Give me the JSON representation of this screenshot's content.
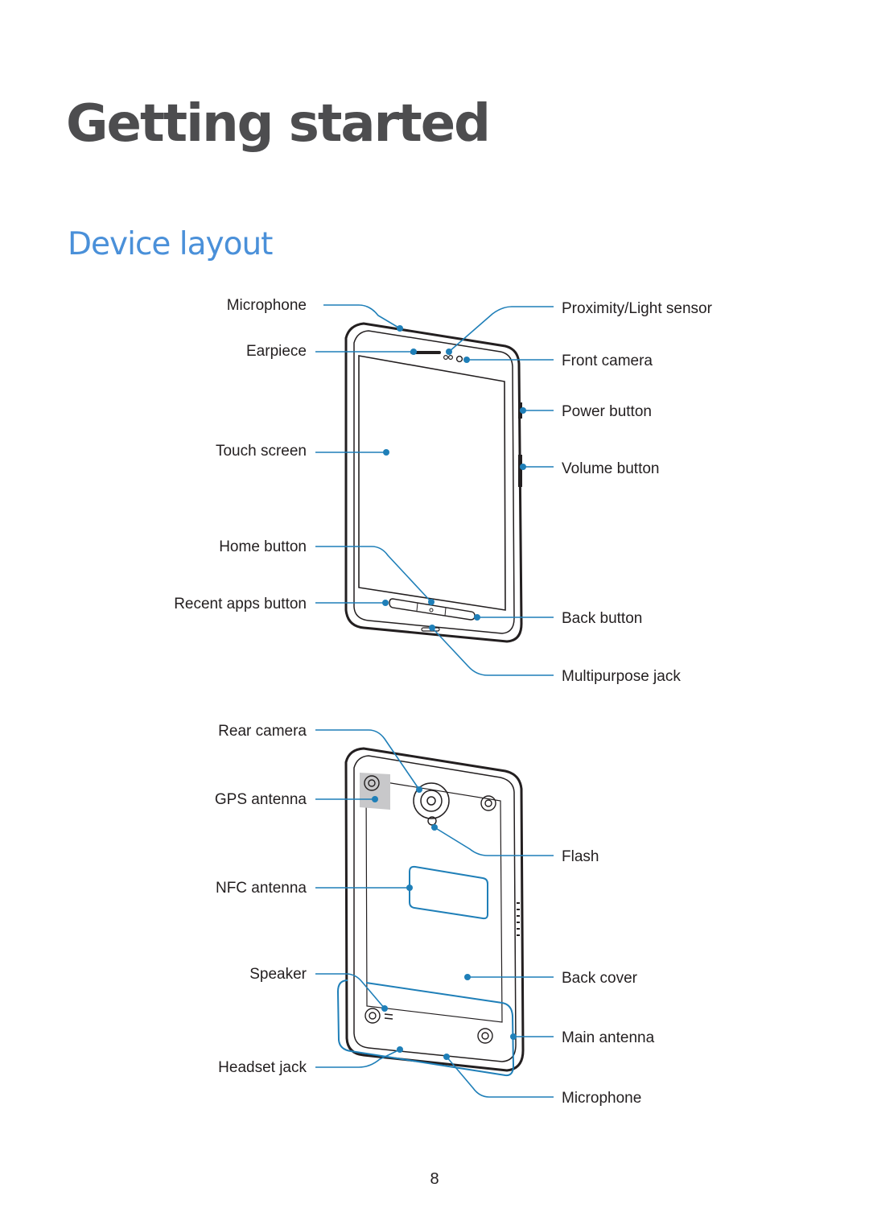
{
  "page": {
    "title": "Getting started",
    "section_title": "Device layout",
    "page_number": "8"
  },
  "front_labels": {
    "microphone": "Microphone",
    "earpiece": "Earpiece",
    "touch_screen": "Touch screen",
    "home_button": "Home button",
    "recent_apps_button": "Recent apps button",
    "proximity_light_sensor": "Proximity/Light sensor",
    "front_camera": "Front camera",
    "power_button": "Power button",
    "volume_button": "Volume button",
    "back_button": "Back button",
    "multipurpose_jack": "Multipurpose jack"
  },
  "back_labels": {
    "rear_camera": "Rear camera",
    "gps_antenna": "GPS antenna",
    "nfc_antenna": "NFC antenna",
    "speaker": "Speaker",
    "headset_jack": "Headset jack",
    "flash": "Flash",
    "back_cover": "Back cover",
    "main_antenna": "Main antenna",
    "microphone": "Microphone"
  },
  "colors": {
    "leader": "#1f7fb8",
    "title": "#4d4d4f",
    "section_title": "#4a90d9",
    "outline": "#231f20",
    "gps_panel": "#c8c8ca"
  }
}
